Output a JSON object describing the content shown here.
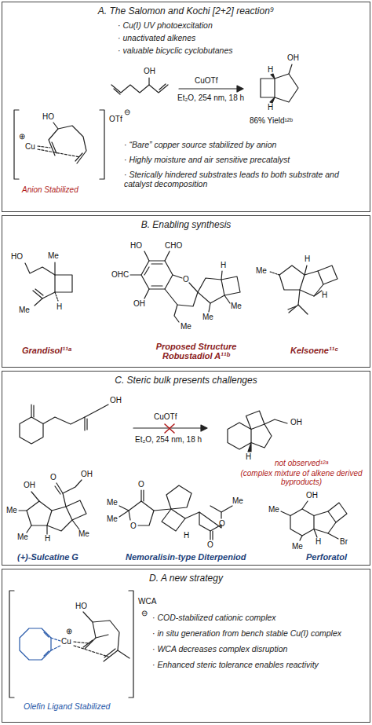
{
  "diagram": {
    "nodes": [
      {
        "text": [
          "A. The Salomon and Kochi [2+2] reaction⁹"
        ]
      },
      {
        "text": [
          "B. Enabling synthesis"
        ]
      },
      {
        "text": [
          "C. Steric bulk presents challenges"
        ]
      },
      {
        "text": [
          "D. A new strategy"
        ]
      }
    ],
    "labels": [
      "· Cu(I) UV photoexcitation",
      "· unactivated alkenes",
      "· valuable bicyclic cyclobutanes",
      "OH",
      "CuOTf",
      "Et₂O, 254 nm, 18 h",
      "OH",
      "H",
      "H",
      "86% Yield¹²ᵇ",
      "HO",
      "⊕",
      "Cu",
      "OTf",
      "⊖",
      "Anion Stabilized",
      "· “Bare” copper source stabilized by anion",
      "· Highly moisture and air sensitive precatalyst",
      "· Sterically hindered substrates leads to both substrate and catalyst decomposition",
      "HO",
      "Me",
      "Me",
      "H",
      "Grandisol¹¹ᵃ",
      "HO",
      "CHO",
      "OHC",
      "OH",
      "O",
      "H",
      "Me",
      "Me",
      "Me",
      "Proposed Structure Robustadiol A¹¹ᵇ",
      "Me",
      "H",
      "H",
      "Kelsoene¹¹ᶜ",
      "OH",
      "CuOTf",
      "Et₂O, 254 nm, 18 h",
      "H",
      "OH",
      "not observed¹²ᵃ",
      "(complex mixture of alkene derived byproducts)",
      "OH",
      "O",
      "OH",
      "Me",
      "Me",
      "H",
      "Me",
      "(+)-Sulcatine G",
      "O",
      "Me",
      "Me",
      "O",
      "H",
      "O",
      "O",
      "Me",
      "Nemoralisin-type Diterpeniod",
      "OH",
      "Me",
      "H",
      "Br",
      "Me",
      "Perforatol",
      "HO",
      "⊕",
      "Cu",
      "WCA",
      "⊖",
      "Olefin Ligand Stabilized",
      "· COD-stabilized cationic complex",
      "· in situ generation from bench stable Cu(I) complex",
      "· WCA decreases complex disruption",
      "· Enhanced steric tolerance enables reactivity"
    ]
  }
}
